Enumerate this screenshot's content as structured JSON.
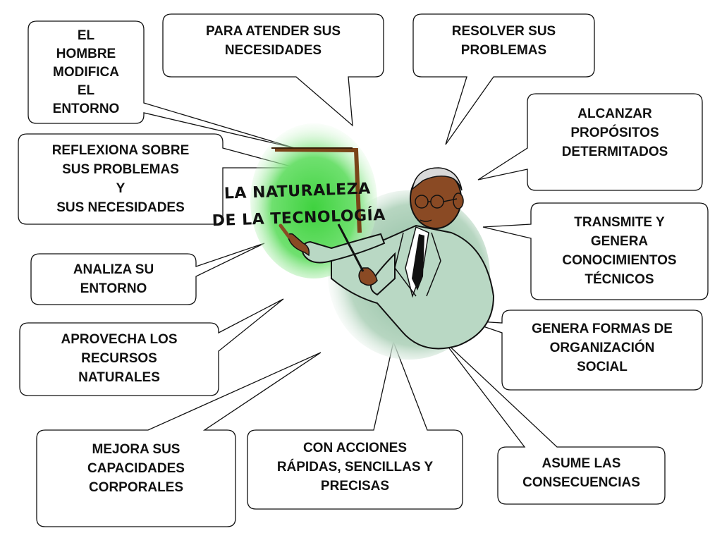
{
  "center_title": {
    "line1": "LA NATURALEZA",
    "line2": "DE LA TECNOLOGÍA"
  },
  "bubbles": [
    {
      "id": "el-hombre",
      "text": "EL\nHOMBRE\nMODIFICA\nEL\nENTORNO"
    },
    {
      "id": "para-atender",
      "text": "PARA ATENDER SUS\nNECESIDADES"
    },
    {
      "id": "resolver",
      "text": "RESOLVER SUS\nPROBLEMAS"
    },
    {
      "id": "alcanzar",
      "text": "ALCANZAR\nPROPÓSITOS\nDETERMITADOS"
    },
    {
      "id": "reflexiona",
      "text": "REFLEXIONA SOBRE\nSUS PROBLEMAS\nY\nSUS NECESIDADES"
    },
    {
      "id": "transmite",
      "text": "TRANSMITE Y\nGENERA\nCONOCIMIENTOS\nTÉCNICOS"
    },
    {
      "id": "analiza",
      "text": "ANALIZA SU\nENTORNO"
    },
    {
      "id": "genera-formas",
      "text": "GENERA FORMAS DE\nORGANIZACIÓN\nSOCIAL"
    },
    {
      "id": "aprovecha",
      "text": "APROVECHA LOS\nRECURSOS\nNATURALES"
    },
    {
      "id": "mejora",
      "text": "MEJORA SUS\nCAPACIDADES\nCORPORALES"
    },
    {
      "id": "con-acciones",
      "text": "CON ACCIONES\nRÁPIDAS, SENCILLAS Y\nPRECISAS"
    },
    {
      "id": "asume",
      "text": "ASUME LAS\nCONSECUENCIAS"
    }
  ]
}
